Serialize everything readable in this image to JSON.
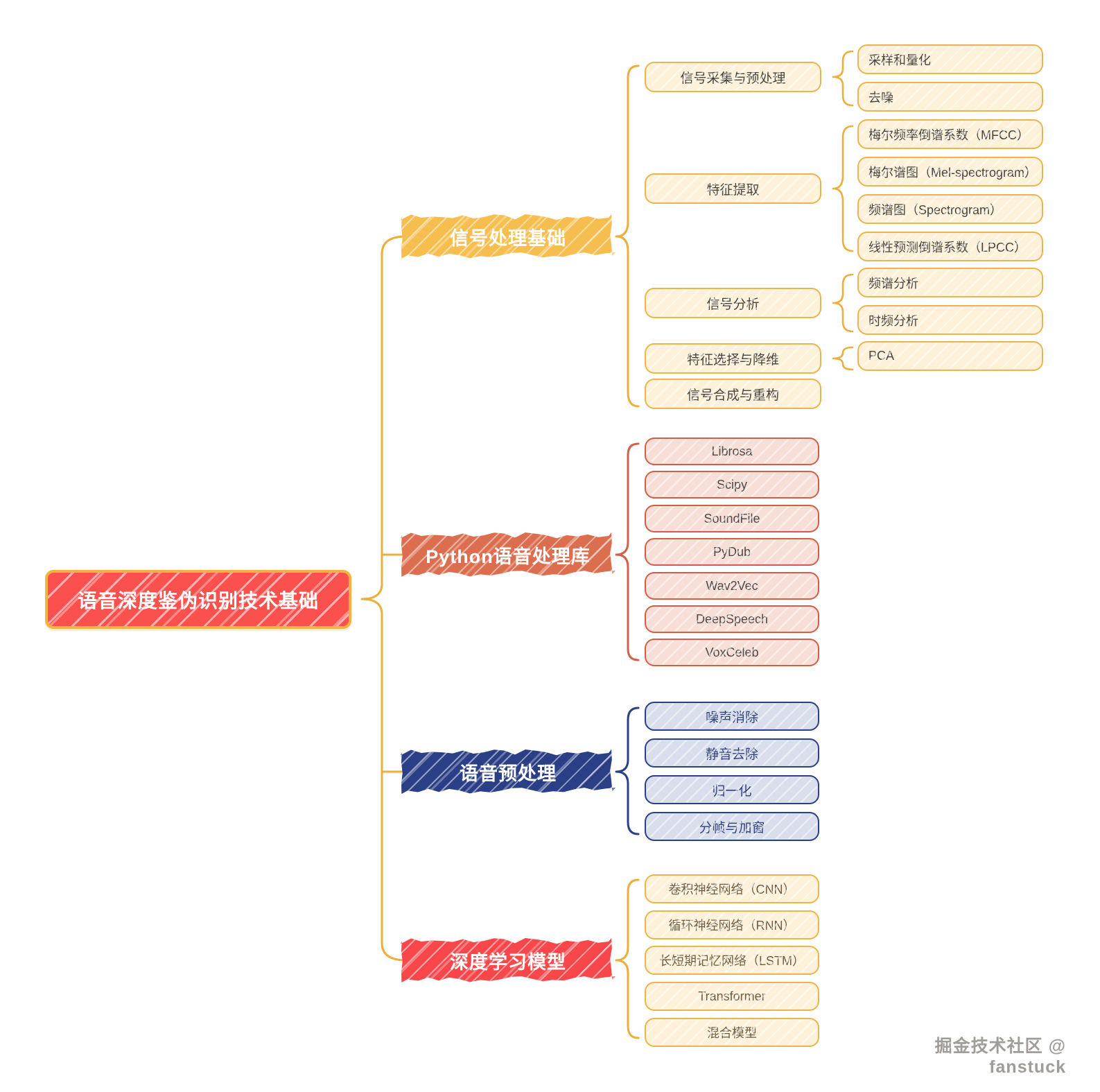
{
  "root": {
    "label": "语音深度鉴伪识别技术基础"
  },
  "branches": [
    {
      "label": "信号处理基础",
      "children": [
        {
          "label": "信号采集与预处理",
          "children": [
            "采样和量化",
            "去噪"
          ]
        },
        {
          "label": "特征提取",
          "children": [
            "梅尔频率倒谱系数（MFCC）",
            "梅尔谱图（Mel-spectrogram）",
            "频谱图（Spectrogram）",
            "线性预测倒谱系数（LPCC）"
          ]
        },
        {
          "label": "信号分析",
          "children": [
            "频谱分析",
            "时频分析"
          ]
        },
        {
          "label": "特征选择与降维",
          "children": [
            "PCA"
          ]
        },
        {
          "label": "信号合成与重构",
          "children": []
        }
      ]
    },
    {
      "label": "Python语音处理库",
      "children": [
        "Librosa",
        "Scipy",
        "SoundFile",
        "PyDub",
        "Wav2Vec",
        "DeepSpeech",
        "VoxCeleb"
      ]
    },
    {
      "label": "语音预处理",
      "children": [
        "噪声消除",
        "静音去除",
        "归一化",
        "分帧与加窗"
      ]
    },
    {
      "label": "深度学习模型",
      "children": [
        "卷积神经网络（CNN）",
        "循环神经网络（RNN）",
        "长短期记忆网络（LSTM）",
        "Transformer",
        "混合模型"
      ]
    }
  ],
  "watermark": "掘金技术社区 @ fanstuck",
  "colors": {
    "root_bg": "#fa504e",
    "root_border": "#f3b33d",
    "branch1": "#f6be4f",
    "branch2": "#dc6e50",
    "branch3": "#2a3f85",
    "branch4": "#f8474a",
    "line_yellow": "#eeae3d",
    "line_salmon": "#d2604a",
    "line_navy": "#2b4187",
    "yellow_leaf_bg": "#fdf2d9",
    "yellow_leaf_border": "#eab54e",
    "salmon_leaf_bg": "#f7ded7",
    "salmon_leaf_border": "#cd5f4b",
    "blue_leaf_bg": "#d9deec",
    "blue_leaf_border": "#2b4187"
  }
}
